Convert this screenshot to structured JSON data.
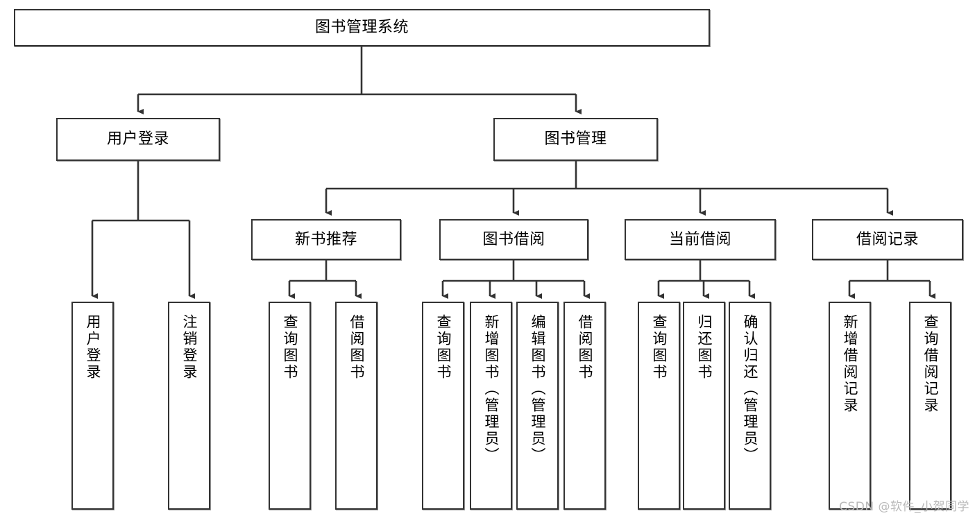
{
  "diagram": {
    "title": "图书管理系统",
    "type": "tree-hierarchy",
    "orientation": "top-down",
    "colors": {
      "box_border": "#333333",
      "box_fill": "#ffffff",
      "edge": "#333333",
      "text": "#000000",
      "watermark": "#b9b9b9",
      "background": "#ffffff"
    }
  },
  "root": {
    "label": "图书管理系统"
  },
  "level2": [
    {
      "label": "用户登录"
    },
    {
      "label": "图书管理"
    }
  ],
  "level3": [
    {
      "label": "新书推荐"
    },
    {
      "label": "图书借阅"
    },
    {
      "label": "当前借阅"
    },
    {
      "label": "借阅记录"
    }
  ],
  "leaves": {
    "user_login": [
      {
        "label": "用户登录"
      },
      {
        "label": "注销登录"
      }
    ],
    "new_book_recommend": [
      {
        "label": "查询图书"
      },
      {
        "label": "借阅图书"
      }
    ],
    "book_borrow": [
      {
        "label": "查询图书"
      },
      {
        "label": "新增图书（管理员）"
      },
      {
        "label": "编辑图书（管理员）"
      },
      {
        "label": "借阅图书"
      }
    ],
    "current_borrow": [
      {
        "label": "查询图书"
      },
      {
        "label": "归还图书"
      },
      {
        "label": "确认归还（管理员）"
      }
    ],
    "borrow_record": [
      {
        "label": "新增借阅记录"
      },
      {
        "label": "查询借阅记录"
      }
    ]
  },
  "watermark": {
    "text": "CSDN @软件_小贺同学"
  }
}
